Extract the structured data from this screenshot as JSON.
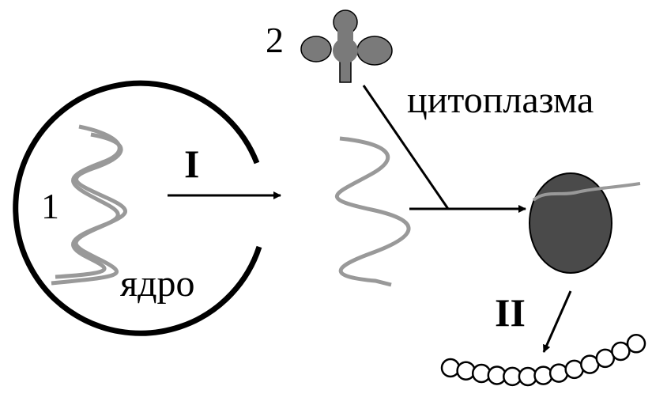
{
  "labels": {
    "dna_number": "1",
    "trna_number": "2",
    "step_one": "I",
    "step_two": "II",
    "nucleus": "ядро",
    "cytoplasm": "цитоплазма"
  },
  "colors": {
    "strand": "#999999",
    "ribosome": "#4a4a4a",
    "trna_fill": "#7a7a7a",
    "line": "#000000"
  },
  "protein_chain_beads": 13
}
